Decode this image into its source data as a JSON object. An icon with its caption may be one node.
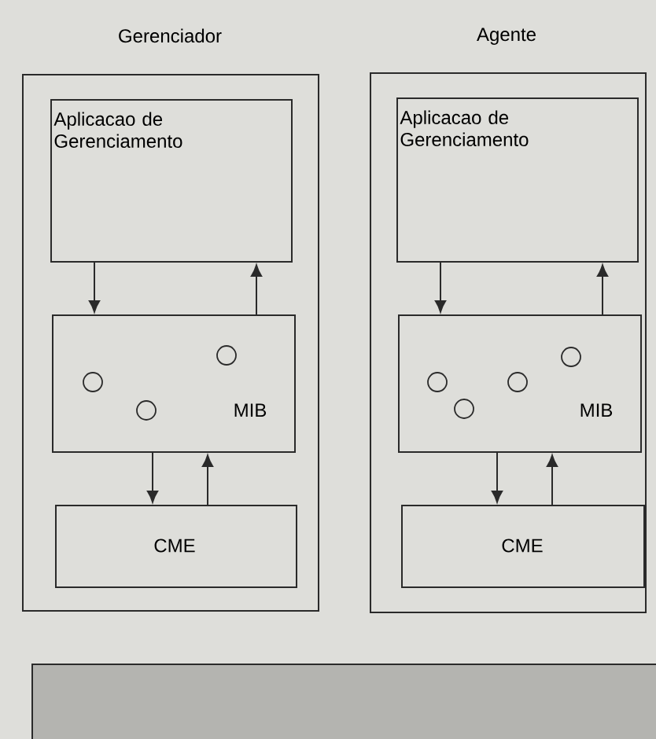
{
  "diagram": {
    "nodes": [
      {
        "text": [
          "Gerenciador"
        ]
      },
      {
        "text": [
          "Aplicacao de Gerenciamento"
        ],
        "in": 0
      },
      {
        "text": [
          "MIB"
        ],
        "in": 0
      },
      {
        "text": [
          "CME"
        ],
        "in": 0
      },
      {
        "text": [
          "Agente"
        ]
      },
      {
        "text": [
          "Aplicacao de Gerenciamento"
        ],
        "in": 4
      },
      {
        "text": [
          "MIB"
        ],
        "in": 4
      },
      {
        "text": [
          "CME"
        ],
        "in": 4
      },
      {
        "text": [],
        "shape": "bar"
      }
    ],
    "edges": [
      {
        "from": 1,
        "to": 2,
        "arrow": "to"
      },
      {
        "from": 2,
        "to": 1,
        "arrow": "to"
      },
      {
        "from": 2,
        "to": 3,
        "arrow": "to"
      },
      {
        "from": 3,
        "to": 2,
        "arrow": "to"
      },
      {
        "from": 5,
        "to": 6,
        "arrow": "to"
      },
      {
        "from": 6,
        "to": 5,
        "arrow": "to"
      },
      {
        "from": 6,
        "to": 7,
        "arrow": "to"
      },
      {
        "from": 7,
        "to": 6,
        "arrow": "to"
      }
    ]
  }
}
